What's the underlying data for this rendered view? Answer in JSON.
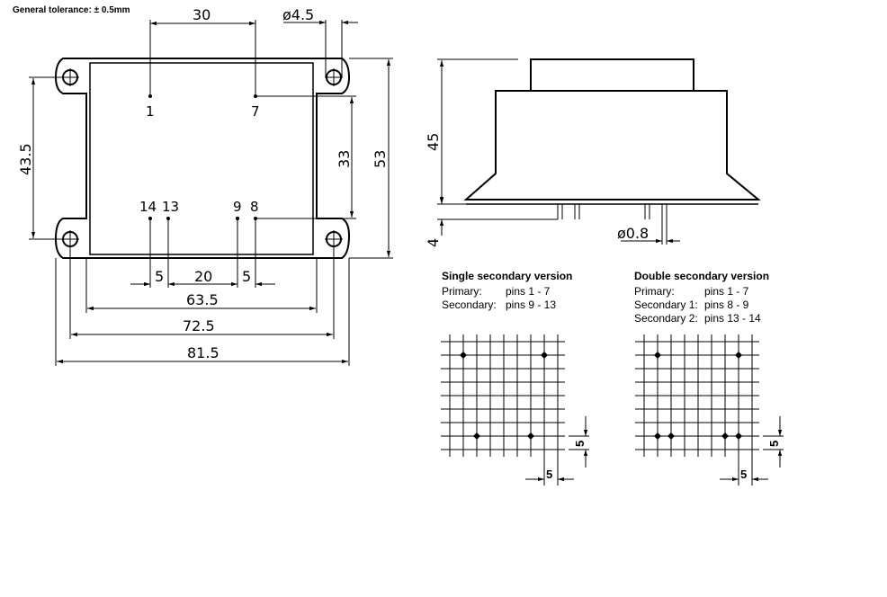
{
  "tolerance": "General tolerance: ± 0.5mm",
  "front_view": {
    "pins": {
      "p1": "1",
      "p7": "7",
      "p14": "14",
      "p13": "13",
      "p9": "9",
      "p8": "8"
    },
    "dims": {
      "d30": "30",
      "hole": "ø4.5",
      "d53": "53",
      "d33": "33",
      "d43_5": "43.5",
      "d5a": "5",
      "d20": "20",
      "d5b": "5",
      "d63_5": "63.5",
      "d72_5": "72.5",
      "d81_5": "81.5"
    }
  },
  "side_view": {
    "dims": {
      "d45": "45",
      "d4": "4",
      "pin_dia": "ø0.8"
    }
  },
  "single": {
    "title": "Single secondary version",
    "rows": [
      {
        "label": "Primary:",
        "value": "pins 1 - 7"
      },
      {
        "label": "Secondary:",
        "value": "pins 9 - 13"
      }
    ],
    "grid_dim_h": "5",
    "grid_dim_v": "5"
  },
  "double": {
    "title": "Double secondary version",
    "rows": [
      {
        "label": "Primary:",
        "value": "pins 1 - 7"
      },
      {
        "label": "Secondary 1:",
        "value": "pins 8 - 9"
      },
      {
        "label": "Secondary 2:",
        "value": "pins 13 - 14"
      }
    ],
    "grid_dim_h": "5",
    "grid_dim_v": "5"
  }
}
